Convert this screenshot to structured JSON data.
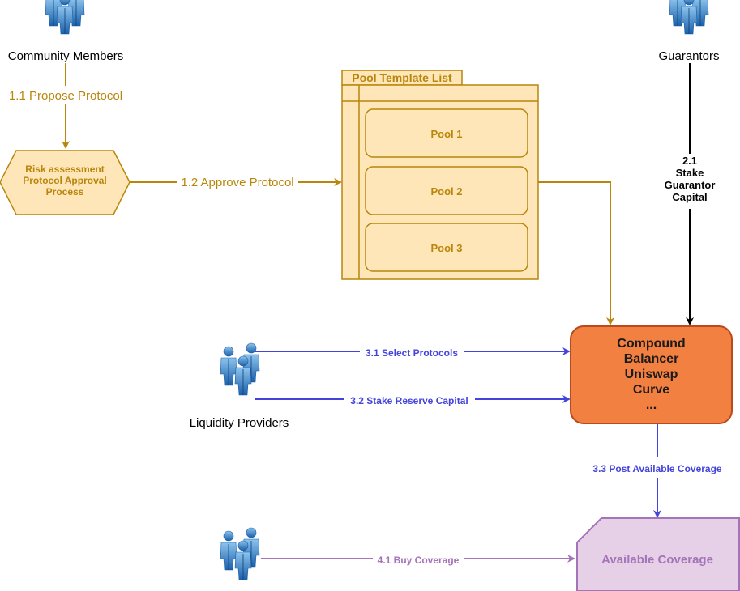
{
  "actors": {
    "community": "Community Members",
    "guarantors": "Guarantors",
    "liquidity": "Liquidity Providers"
  },
  "nodes": {
    "risk_process": "Risk assessment\nProtocol Approval\nProcess",
    "pool_list_title": "Pool Template List",
    "pools": [
      "Pool 1",
      "Pool 2",
      "Pool 3"
    ],
    "protocols": "Compound\nBalancer\nUniswap\nCurve\n...",
    "coverage": "Available Coverage"
  },
  "edges": {
    "propose": "1.1 Propose Protocol",
    "approve": "1.2 Approve Protocol",
    "stake_guarantor": "2.1\nStake\nGuarantor\nCapital",
    "select_protocols": "3.1 Select Protocols",
    "stake_reserve": "3.2 Stake Reserve Capital",
    "post_coverage": "3.3 Post Available Coverage",
    "buy_coverage": "4.1 Buy Coverage"
  },
  "colors": {
    "gold": "#b8860b",
    "gold_fill": "#ffe6b8",
    "orange": "#f28040",
    "orange_stroke": "#b94a1c",
    "blue": "#4444dd",
    "purple": "#a574b8",
    "purple_fill": "#e6d0e8",
    "black": "#000000"
  }
}
